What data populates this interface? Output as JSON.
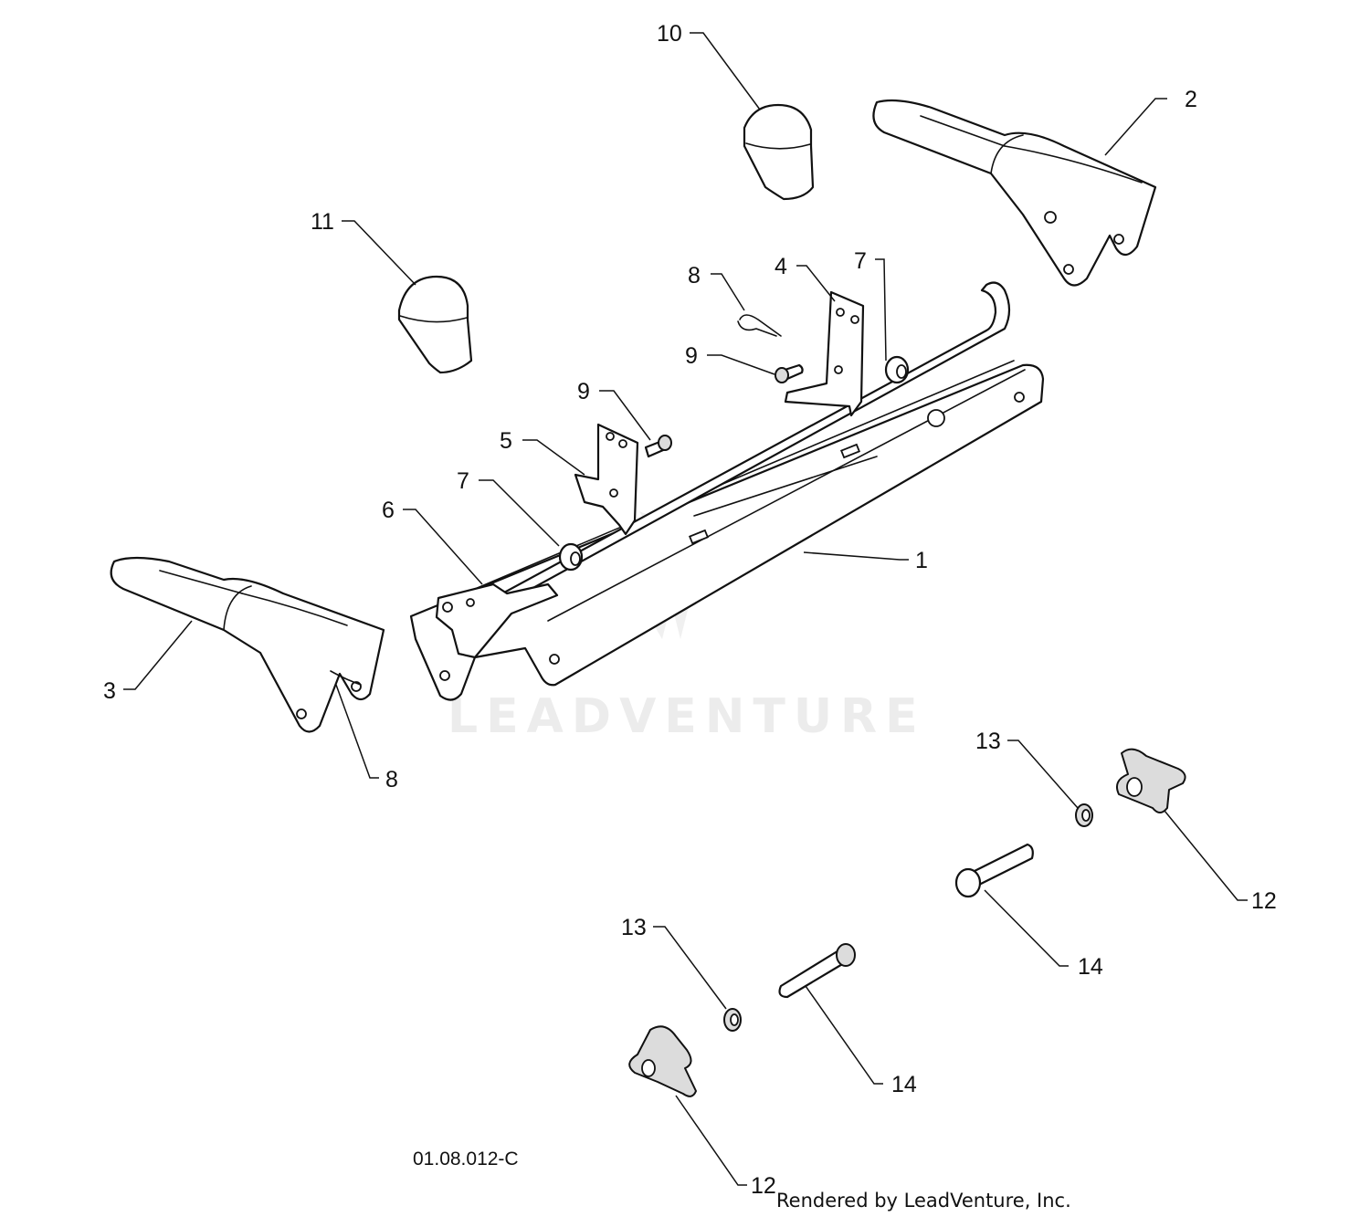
{
  "diagram": {
    "drawing_code": "01.08.012-C",
    "credit": "Rendered by LeadVenture, Inc.",
    "watermark": "LEADVENTURE",
    "callouts": [
      {
        "id": "c1",
        "label": "1"
      },
      {
        "id": "c2",
        "label": "2"
      },
      {
        "id": "c3",
        "label": "3"
      },
      {
        "id": "c4",
        "label": "4"
      },
      {
        "id": "c5",
        "label": "5"
      },
      {
        "id": "c6",
        "label": "6"
      },
      {
        "id": "c7a",
        "label": "7"
      },
      {
        "id": "c7b",
        "label": "7"
      },
      {
        "id": "c8a",
        "label": "8"
      },
      {
        "id": "c8b",
        "label": "8"
      },
      {
        "id": "c9a",
        "label": "9"
      },
      {
        "id": "c9b",
        "label": "9"
      },
      {
        "id": "c10",
        "label": "10"
      },
      {
        "id": "c11",
        "label": "11"
      },
      {
        "id": "c12a",
        "label": "12"
      },
      {
        "id": "c12b",
        "label": "12"
      },
      {
        "id": "c13a",
        "label": "13"
      },
      {
        "id": "c13b",
        "label": "13"
      },
      {
        "id": "c14a",
        "label": "14"
      },
      {
        "id": "c14b",
        "label": "14"
      }
    ]
  }
}
